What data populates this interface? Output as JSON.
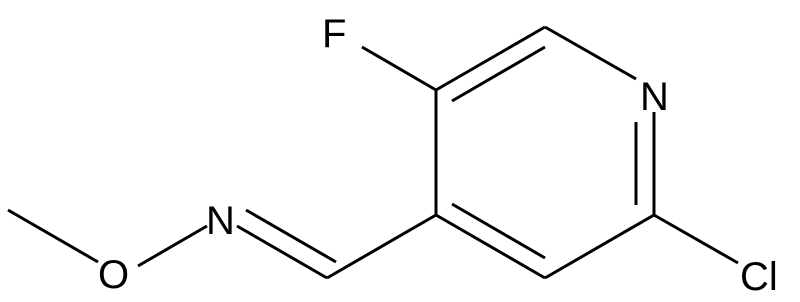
{
  "molecule": {
    "atoms": {
      "fluorine": "F",
      "nitrogen_ring": "N",
      "chlorine": "Cl",
      "nitrogen_oxime": "N",
      "oxygen": "O"
    },
    "colors": {
      "bond": "#000000",
      "label": "#000000",
      "background": "#ffffff"
    }
  }
}
